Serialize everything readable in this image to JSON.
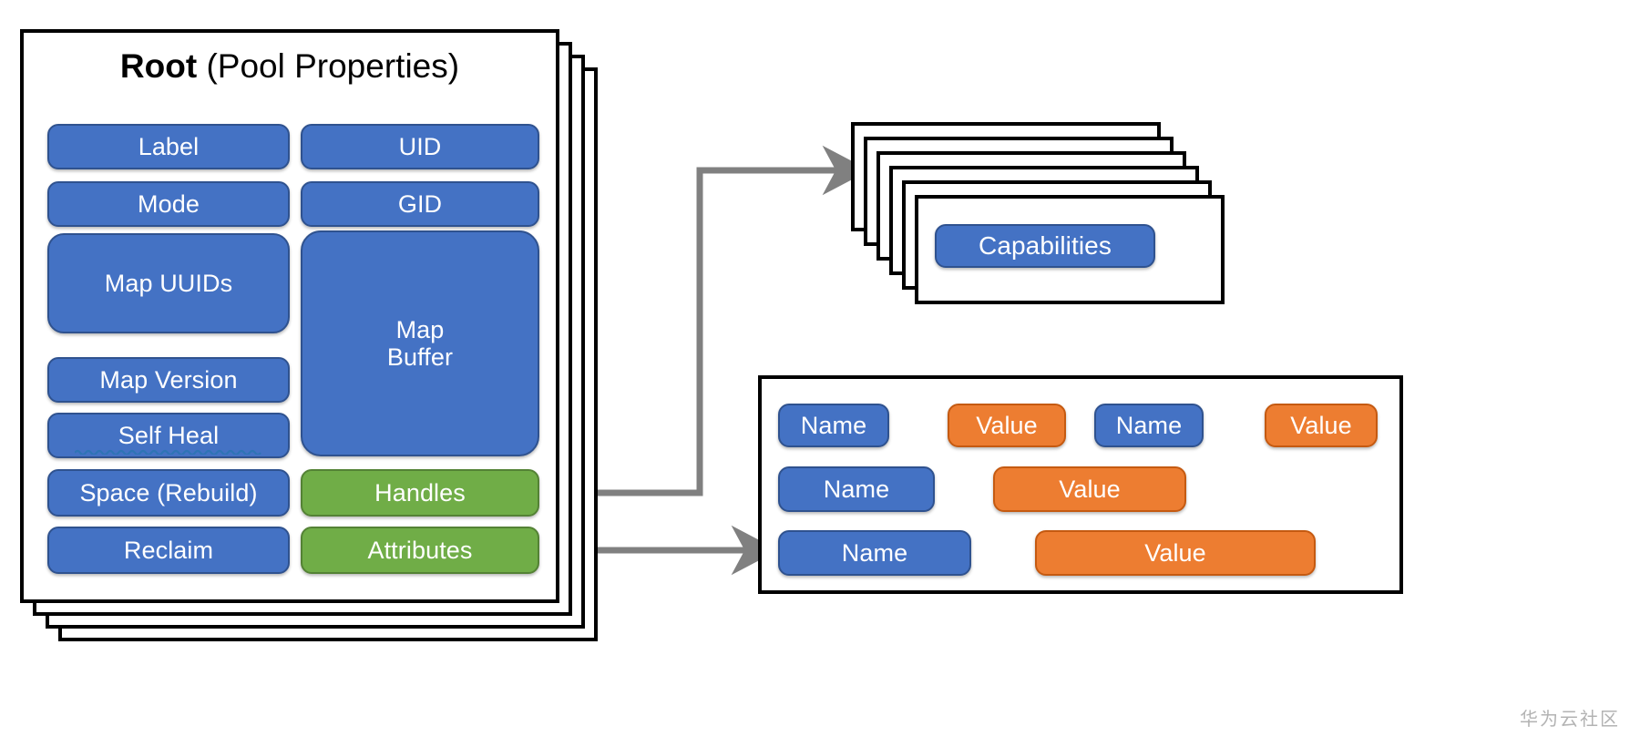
{
  "diagram": {
    "title_bold": "Root",
    "title_rest": " (Pool Properties)",
    "watermark": "华为云社区",
    "colors": {
      "blue_fill": "#4472C4",
      "blue_border": "#2F528F",
      "green_fill": "#70AD47",
      "green_border": "#548235",
      "orange_fill": "#ED7D31",
      "orange_border": "#C55A11",
      "card_border": "#000000",
      "connector_gray": "#808080",
      "connector_blue": "#2E74B5",
      "watermark_gray": "#b3b3b3"
    },
    "root": {
      "stack_count": 4,
      "left_column": [
        {
          "label": "Label",
          "color": "blue"
        },
        {
          "label": "Mode",
          "color": "blue"
        },
        {
          "label": "Map UUIDs",
          "color": "blue"
        },
        {
          "label": "Map Version",
          "color": "blue"
        },
        {
          "label": "Self Heal",
          "color": "blue",
          "spellcheck_underline": true
        },
        {
          "label": "Space (Rebuild)",
          "color": "blue"
        },
        {
          "label": "Reclaim",
          "color": "blue"
        }
      ],
      "right_column": [
        {
          "label": "UID",
          "color": "blue"
        },
        {
          "label": "GID",
          "color": "blue"
        },
        {
          "label": "Map\nBuffer",
          "color": "blue"
        },
        {
          "label": "Handles",
          "color": "green"
        },
        {
          "label": "Attributes",
          "color": "green"
        }
      ]
    },
    "capabilities": {
      "stack_count": 6,
      "label": "Capabilities",
      "color": "blue"
    },
    "attributes_panel": {
      "rows": [
        {
          "name": "Name",
          "value": "Value"
        },
        {
          "name": "Name",
          "value": "Value"
        },
        {
          "name": "Name",
          "value": "Value"
        },
        {
          "name": "Name",
          "value": "Value"
        }
      ]
    },
    "connectors": [
      {
        "from": "Handles",
        "to": "Capabilities",
        "style": "gray-elbow-arrow"
      },
      {
        "from": "Attributes",
        "to": "Attributes Panel",
        "style": "gray-straight-arrow"
      }
    ]
  }
}
